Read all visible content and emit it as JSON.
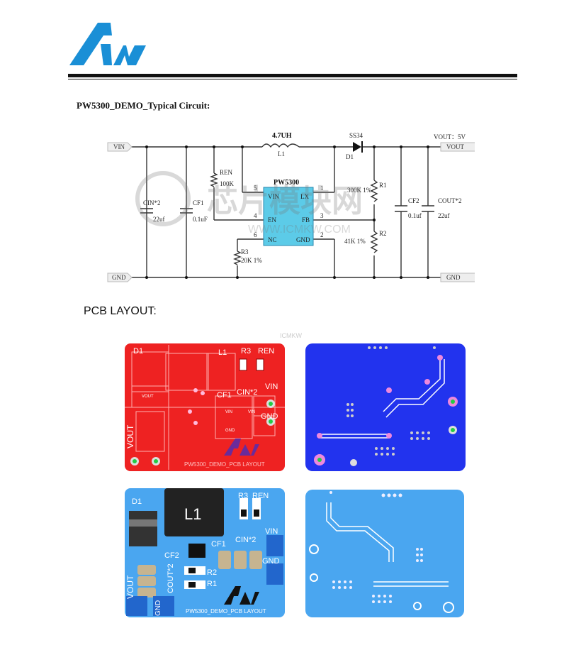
{
  "heading": "PW5300_DEMO_Typical Circuit:",
  "pcb_title": "PCB LAYOUT:",
  "watermark_small": "ICMKW",
  "colors": {
    "accent": "#1a8fd6",
    "red_board": "#ee2222",
    "blue_board": "#2233ee",
    "light_board": "#4aa6f0"
  },
  "schematic": {
    "vin": "VIN",
    "gnd_left": "GND",
    "vout_right": "VOUT",
    "gnd_right": "GND",
    "vout_label": "VOUT：5V",
    "inductor_value": "4.7UH",
    "inductor_ref": "L1",
    "diode_value": "SS34",
    "diode_ref": "D1",
    "ic_name": "PW5300",
    "pin_vin": "VIN",
    "pin_lx": "LX",
    "pin_en": "EN",
    "pin_fb": "FB",
    "pin_nc": "NC",
    "pin_gnd": "GND",
    "pin5": "5",
    "pin1": "1",
    "pin4": "4",
    "pin3": "3",
    "pin6": "6",
    "pin2": "2",
    "ren": "REN",
    "ren_val": "100K",
    "cin": "CIN*2",
    "cin_val": "22uf",
    "cf1": "CF1",
    "cf1_val": "0.1uF",
    "r1": "R1",
    "r1_val": "300K 1%",
    "r2": "R2",
    "r2_val": "41K 1%",
    "r3": "R3",
    "r3_val": "20K 1%",
    "cf2": "CF2",
    "cf2_val": "0.1uf",
    "cout": "COUT*2",
    "cout_val": "22uf",
    "wm_cn": "芯片模块网",
    "wm_url": "WWW.ICMKW.COM"
  },
  "board1": {
    "d1": "D1",
    "l1": "L1",
    "r3": "R3",
    "ren": "REN",
    "cf1": "CF1",
    "cin": "CIN*2",
    "vin": "VIN",
    "gnd": "GND",
    "vout": "VOUT",
    "vout_s": "VOUT",
    "footer": "PW5300_DEMO_PCB LAYOUT",
    "pad_vin": "VIN",
    "pad_gnd": "GND",
    "pad_vin2": "VIN"
  },
  "board3": {
    "d1": "D1",
    "l1": "L1",
    "r3": "R3",
    "ren": "REN",
    "cf1": "CF1",
    "cf2": "CF2",
    "cin": "CIN*2",
    "vin": "VIN",
    "gnd": "GND",
    "vout": "VOUT",
    "cout": "COUT*2",
    "gnd2": "GND",
    "r2": "R2",
    "r1": "R1",
    "footer": "PW5300_DEMO_PCB LAYOUT"
  }
}
